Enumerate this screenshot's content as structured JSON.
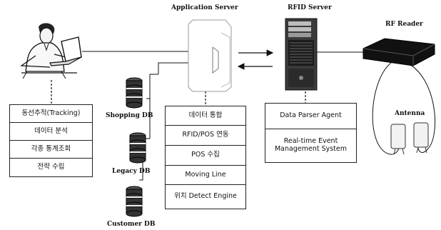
{
  "labels": {
    "application_server": "Application Server",
    "rfid_server": "RFID Server",
    "rf_reader": "RF Reader",
    "antenna": "Antenna",
    "shopping_db": "Shopping DB",
    "legacy_db": "Legacy DB",
    "customer_db": "Customer DB"
  },
  "user_functions": [
    "동선추적(Tracking)",
    "데이터 분석",
    "각종 통계조회",
    "전략 수립"
  ],
  "app_server_modules": [
    "데이터 통합",
    "RFID/POS 연동",
    "POS 수집",
    "Moving Line",
    "위치 Detect Engine"
  ],
  "rfid_server_modules": [
    "Data Parser Agent",
    "Real-time Event Management System"
  ]
}
